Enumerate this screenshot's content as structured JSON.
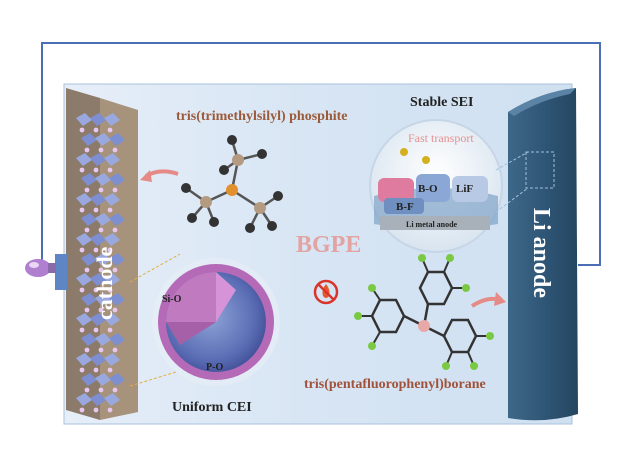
{
  "labels": {
    "cathode": "cathode",
    "anode": "Li anode",
    "tmsp": "tris(trimethylsilyl) phosphite",
    "tpfpb": "tris(pentafluorophenyl)borane",
    "bgpe": "BGPE",
    "stable_sei": "Stable SEI",
    "fast_transport": "Fast transport",
    "bo": "B-O",
    "lif": "LiF",
    "bf": "B-F",
    "li_metal_anode": "Li metal anode",
    "sio": "Si-O",
    "po": "P-O",
    "uniform_cei": "Uniform CEI"
  },
  "colors": {
    "circuit_wire": "#4a6fb5",
    "cell_fill": "#dbe8f6",
    "anode_fill": "#2f5777",
    "cathode_plate": "#8c7b6a",
    "tmsp_text": "#9b5a3a",
    "tpfpb_text": "#a0523a",
    "bgpe_text": "#e3a3a3",
    "fast_transport_text": "#e59090",
    "cei_shell": "#b56ab8",
    "flame_icon": "#d9342b"
  },
  "icons": {
    "flame": "no-flame-icon",
    "arrow": "curved-arrow-icon",
    "bulb": "light-bulb-icon"
  }
}
